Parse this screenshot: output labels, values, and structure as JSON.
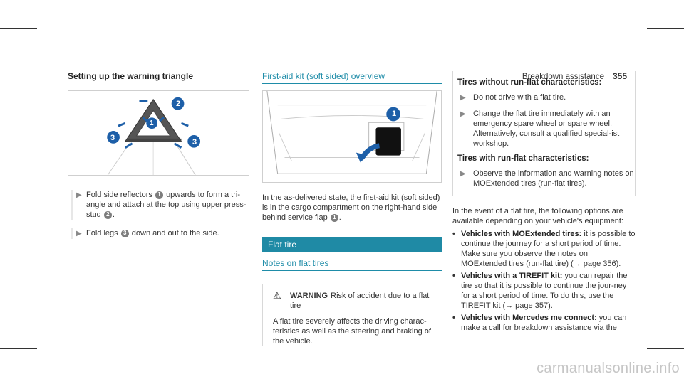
{
  "header": {
    "section": "Breakdown assistance",
    "page": "355"
  },
  "col1": {
    "title": "Setting up the warning triangle",
    "fig_labels": [
      "1",
      "2",
      "3",
      "3"
    ],
    "step1": {
      "a": "Fold side reflectors",
      "n1": "1",
      "b": "upwards to form a tri-angle and attach at the top using upper press-stud",
      "n2": "2",
      "c": "."
    },
    "step2": {
      "a": "Fold legs",
      "n": "3",
      "b": "down and out to the side."
    }
  },
  "col2": {
    "title": "First-aid kit (soft sided) overview",
    "fig_label": "1",
    "para": {
      "a": "In the as-delivered state, the first-aid kit (soft sided) is in the cargo compartment on the right-hand side behind service flap",
      "n": "1",
      "b": "."
    },
    "flat_band": "Flat tire",
    "notes_title": "Notes on flat tires",
    "warning": {
      "word": "WARNING",
      "text": "Risk of accident due to a flat tire",
      "body": "A flat tire severely affects the driving charac-teristics as well as the steering and braking of the vehicle."
    }
  },
  "col3": {
    "box": {
      "title1": "Tires without run-flat characteristics:",
      "step1": "Do not drive with a flat tire.",
      "step2": "Change the flat tire immediately with an emergency spare wheel or spare wheel. Alternatively, consult a qualified special-ist workshop.",
      "title2": "Tires with run-flat characteristics:",
      "step3": "Observe the information and warning notes on MOExtended tires (run-flat tires)."
    },
    "intro": "In the event of a flat tire, the following options are available depending on your vehicle's equipment:",
    "bullets": [
      {
        "bold": "Vehicles with MOExtended tires:",
        "text": " it is possible to continue the journey for a short period of time. Make sure you observe the notes on MOExtended tires (run-flat tire) (→ page 356)."
      },
      {
        "bold": "Vehicles with a TIREFIT kit:",
        "text": " you can repair the tire so that it is possible to continue the jour-ney for a short period of time. To do this, use the TIREFIT kit (→ page 357)."
      },
      {
        "bold": "Vehicles with Mercedes me connect:",
        "text": " you can make a call for breakdown assistance via the"
      }
    ]
  },
  "watermark": "carmanualsonline.info",
  "colors": {
    "accent": "#1f8aa5",
    "callout": "#1d5fa8",
    "text": "#333333"
  },
  "icons": {
    "step_arrow": "play-arrow-icon",
    "warning": "warning-triangle-icon",
    "bullet": "bullet-dot-icon"
  }
}
